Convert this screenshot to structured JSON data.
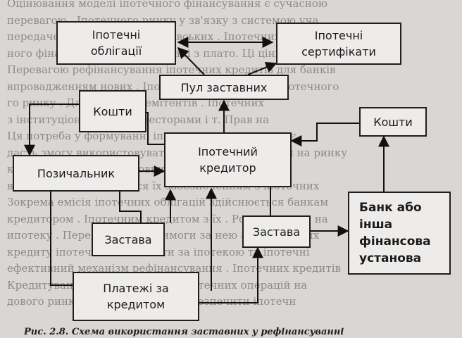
{
  "background_lines": [
    "Оцінювання моделі іпотечного фінансування є сучасною",
    "перевагою . Іпотечного ринку у зв'язку з системою уча",
    "передачею комерційних банківських . Іпотечних інструме",
    "ного фінансування, що пов'язані з плато. Ці цінності і пола",
    "Перевагою рефінансування іпотечних кредитів для банків",
    "впровадженням нових . Іпотечних інструментів іпотечного",
    "го ринку . Для . Банків , емітентів . Іпотечних",
    "з інституціональними інвесторами і т. Прав на",
    "Ця потреба у формуванні іпотечного ринку, що дає",
    "дасть змогу використовувати іпотечні сертифікати на ринку",
    "ку цінних паперів . Основних одиниць іпотечного",
    "в основному заміщується їх забезпеченням з іпотечних",
    "Зокрема емісія іпотечних облігацій здійснюється банкам",
    "кредитором . Іпотечним кредитом з їх . Розрахунками на",
    "ипотеку . Передача права вимоги за нею або іпотечних",
    "кредиту іпотечного . Виплати за іпотекою та іпотечні",
    "ефективний механізм рефінансування . Іпотечних кредитів",
    "Кредитування . Позичальника іпотечних операцій на",
    "дового ринку . Це дасть змогу забезпечити іпотечн"
  ],
  "nodes": {
    "ipotechni_oblihatsii": "Іпотечні\nоблігації",
    "ipotechni_sertyfikaty": "Іпотечні\nсертифікати",
    "pul_zastavnykh": "Пул заставних",
    "koshty_left": "Кошти",
    "koshty_right": "Кошти",
    "ipotechnyi_kredytor": "Іпотечний\nкредитор",
    "pozychalnyk": "Позичальник",
    "zastava_left": "Застава",
    "zastava_right": "Застава",
    "bank": "Банк або\nінша\nфінансова\nустанова",
    "platezhi": "Платежі за\nкредитом"
  },
  "caption": "Рис. 2.8. Схема використання заставних у рефінансуванні"
}
